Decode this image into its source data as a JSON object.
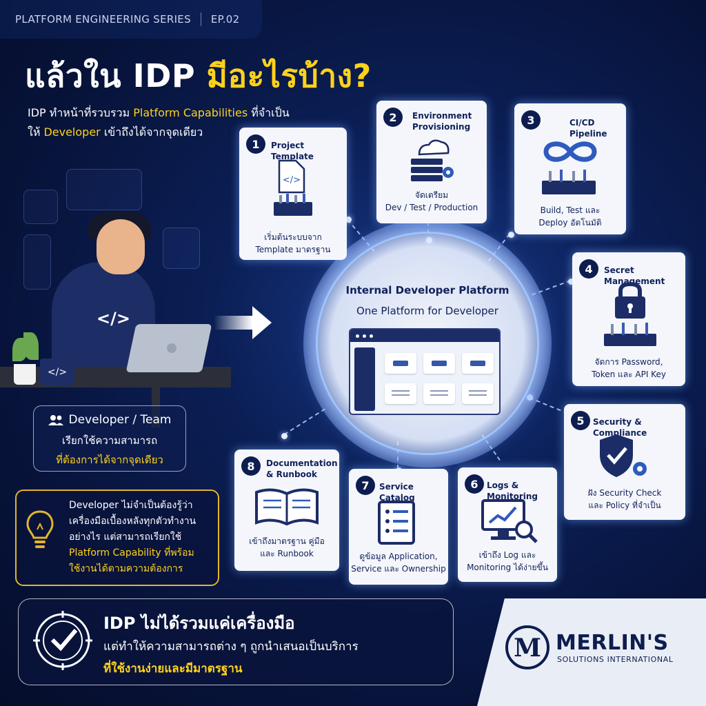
{
  "header": {
    "series": "PLATFORM ENGINEERING SERIES",
    "episode": "EP.02",
    "title_pre": "แล้วใน IDP ",
    "title_highlight": "มีอะไรบ้าง?",
    "sub_line1_a": "IDP ทำหน้าที่รวบรวม ",
    "sub_line1_hl": "Platform Capabilities",
    "sub_line1_b": " ที่จำเป็น",
    "sub_line2_a": "ให้ ",
    "sub_line2_hl": "Developer",
    "sub_line2_b": " เข้าถึงได้จากจุดเดียว"
  },
  "developer": {
    "title": "Developer / Team",
    "line1": "เรียกใช้ความสามารถ",
    "line2": "ที่ต้องการได้จากจุดเดียว",
    "hood_code": "</>",
    "mug_code": "</>"
  },
  "tip": {
    "line1": "Developer ไม่จำเป็นต้องรู้ว่า",
    "line2": "เครื่องมือเบื้องหลังทุกตัวทำงาน",
    "line3": "อย่างไร แต่สามารถเรียกใช้",
    "line4": "Platform Capability ที่พร้อม",
    "line5": "ใช้งานได้ตามความต้องการ"
  },
  "center": {
    "title": "Internal Developer Platform",
    "subtitle": "One Platform for Developer"
  },
  "cards": [
    {
      "num": "1",
      "title": "Project Template",
      "desc1": "เริ่มต้นระบบจาก",
      "desc2": "Template มาตรฐาน",
      "icon": "code-file-icon"
    },
    {
      "num": "2",
      "title1": "Environment",
      "title2": "Provisioning",
      "desc1": "จัดเตรียม",
      "desc2": "Dev / Test / Production",
      "icon": "cloud-server-icon"
    },
    {
      "num": "3",
      "title": "CI/CD Pipeline",
      "desc1": "Build, Test และ",
      "desc2": "Deploy อัตโนมัติ",
      "icon": "infinity-icon"
    },
    {
      "num": "4",
      "title": "Secret Management",
      "desc1": "จัดการ Password,",
      "desc2": "Token และ API Key",
      "icon": "lock-icon"
    },
    {
      "num": "5",
      "title": "Security & Compliance",
      "desc1": "ฝัง Security Check",
      "desc2": "และ Policy ที่จำเป็น",
      "icon": "shield-check-icon"
    },
    {
      "num": "6",
      "title": "Logs & Monitoring",
      "desc1": "เข้าถึง Log และ",
      "desc2": "Monitoring ได้ง่ายขึ้น",
      "icon": "monitor-chart-icon"
    },
    {
      "num": "7",
      "title": "Service Catalog",
      "desc1": "ดูข้อมูล Application,",
      "desc2": "Service และ Ownership",
      "icon": "list-document-icon"
    },
    {
      "num": "8",
      "title1": "Documentation",
      "title2": "& Runbook",
      "desc1": "เข้าถึงมาตรฐาน คู่มือ",
      "desc2": "และ Runbook",
      "icon": "open-book-icon"
    }
  ],
  "banner": {
    "line1": "IDP ไม่ได้รวมแค่เครื่องมือ",
    "line2": "แต่ทำให้ความสามารถต่าง ๆ ถูกนำเสนอเป็นบริการ",
    "line3": "ที่ใช้งานง่ายและมีมาตรฐาน"
  },
  "brand": {
    "name": "MERLIN'S",
    "sub": "SOLUTIONS INTERNATIONAL",
    "logo_letter": "M"
  },
  "colors": {
    "accent_yellow": "#ffd21a",
    "navy": "#0e1d4f",
    "background": "#07133a"
  }
}
